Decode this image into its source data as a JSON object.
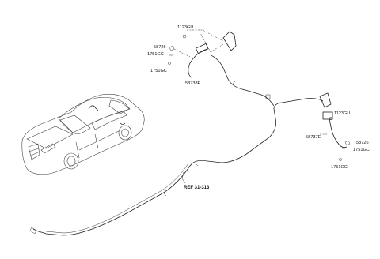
{
  "labels": {
    "l1123gu_top": "1123GU",
    "l58726_top": "58726",
    "l1751gc_top_a": "1751GC",
    "l1751gc_top_b": "1751GC",
    "l58738e": "58738E",
    "l1123gu_right": "1123GU",
    "l58737e": "58737E",
    "l58726_right": "58726",
    "l1751gc_right_a": "1751GC",
    "l1751gc_right_b": "1751GC",
    "ref": "REF 31-313"
  }
}
